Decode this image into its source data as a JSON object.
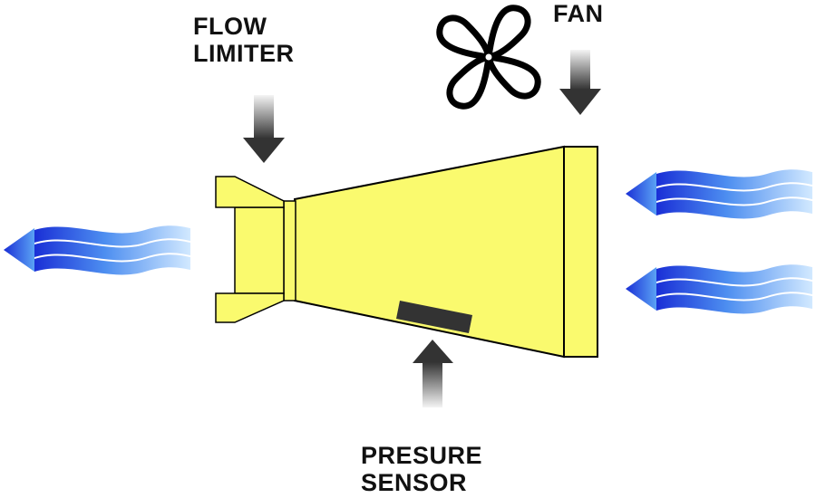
{
  "labels": {
    "flow_limiter": [
      "FLOW",
      "LIMITER"
    ],
    "fan": "FAN",
    "pressure_sensor": [
      "PRESURE",
      "SENSOR"
    ]
  },
  "icons": {
    "fan": "fan-icon",
    "pointer": "down-arrow-icon",
    "airflow": "airflow-arrow-icon"
  },
  "colors": {
    "housing": "#fafa6e",
    "outline": "#000000",
    "sensor": "#333333",
    "airflow_dark": "#1a2fd6",
    "airflow_light": "#cfe8ff",
    "arrow_dark": "#333333",
    "arrow_light": "#f2f2f2"
  }
}
